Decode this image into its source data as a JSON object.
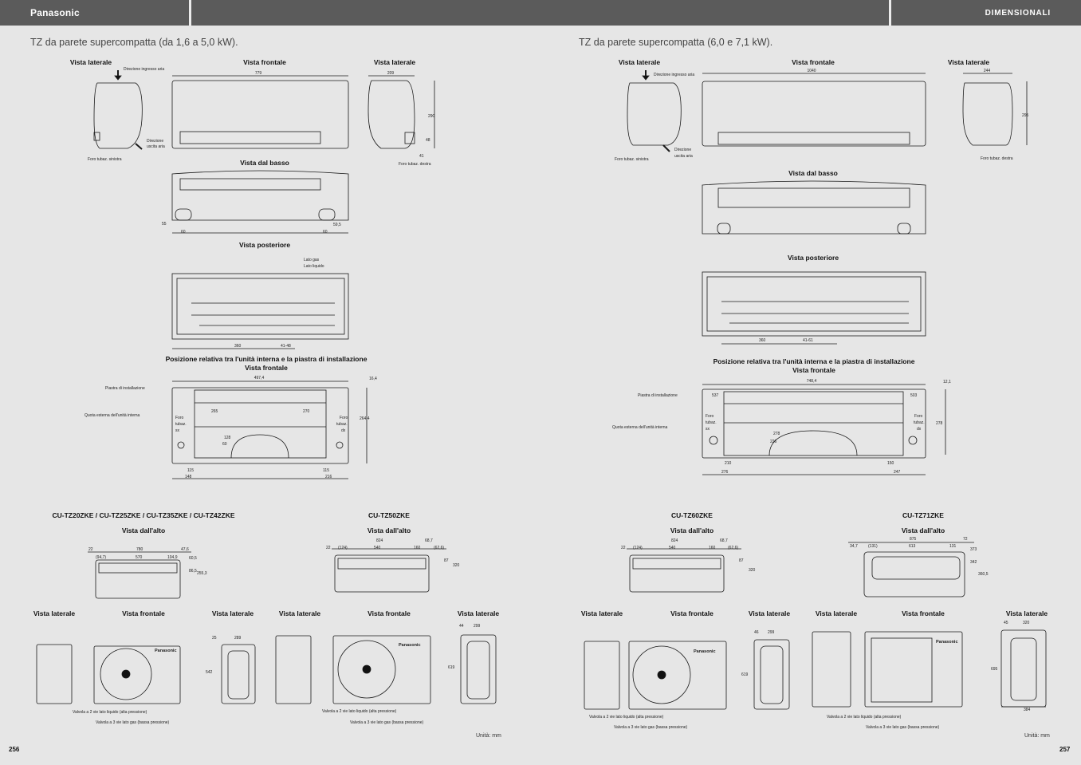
{
  "header": {
    "brand": "Panasonic",
    "section": "DIMENSIONALI"
  },
  "left": {
    "title": "TZ da parete supercompatta (da 1,6 a 5,0 kW).",
    "views": {
      "side_left": "Vista laterale",
      "front": "Vista frontale",
      "side_right": "Vista laterale",
      "bottom": "Vista dal basso",
      "rear": "Vista posteriore",
      "relative_line1": "Posizione relativa tra l'unità interna e la piastra di installazione",
      "relative_line2": "Vista frontale"
    },
    "notes": {
      "air_in": "Direzione ingresso aria",
      "air_out_1": "Direzione",
      "air_out_2": "uscita aria",
      "pipe_left": "Foro tubaz. sinistra",
      "pipe_right": "Foro tubaz. destra",
      "gas_side": "Lato gas",
      "liquid_side": "Lato liquido",
      "plate": "Piastra di installazione",
      "outer_dim": "Quota esterna dell'unità interna",
      "hole_sx_1": "Foro",
      "hole_sx_2": "tubaz.",
      "hole_sx_3": "sx",
      "hole_dx_1": "Foro",
      "hole_dx_2": "tubaz.",
      "hole_dx_3": "dx"
    },
    "dims": {
      "front_w": "779",
      "side_w": "209",
      "side_h": "290",
      "side_a": "41",
      "side_b": "48",
      "bot_a": "55",
      "bot_b": "60",
      "bot_c": "60",
      "bot_d": "59,5",
      "rear_a": "360",
      "rear_b": "41-48",
      "plate_w": "497,4",
      "plate_t": "16,4",
      "plate_h": "264,4",
      "plate_a": "265",
      "plate_b": "270",
      "plate_c": "128",
      "plate_d": "60",
      "plate_e": "115",
      "plate_f": "148",
      "plate_g": "115",
      "plate_h2": "216"
    },
    "outdoor": [
      {
        "model": "CU-TZ20ZKE / CU-TZ25ZKE / CU-TZ35ZKE / CU-TZ42ZKE",
        "top_view": "Vista dall'alto",
        "side_left": "Vista laterale",
        "front": "Vista frontale",
        "side_right": "Vista laterale",
        "dims": [
          "22",
          "780",
          "47,6",
          "(94,7)",
          "570",
          "104,9",
          "60,5",
          "86,5",
          "255,3",
          "25",
          "289",
          "542"
        ],
        "valve_liquid": "Valvola a 2 vie lato liquido (alta pressione)",
        "valve_gas": "Valvola a 3 vie lato gas (bassa pressione)"
      },
      {
        "model": "CU-TZ50ZKE",
        "top_view": "Vista dall'alto",
        "side_left": "Vista laterale",
        "front": "Vista frontale",
        "side_right": "Vista laterale",
        "dims": [
          "22",
          "(124)",
          "824",
          "540",
          "160",
          "68,7",
          "(62,6)",
          "87",
          "320",
          "44",
          "299",
          "619"
        ],
        "valve_liquid": "Valvola a 2 vie lato liquido (alta pressione)",
        "valve_gas": "Valvola a 3 vie lato gas (bassa pressione)"
      }
    ],
    "unit_note": "Unità: mm",
    "page_number": "256"
  },
  "right": {
    "title": "TZ da parete supercompatta (6,0 e 7,1 kW).",
    "views": {
      "side_left": "Vista laterale",
      "front": "Vista frontale",
      "side_right": "Vista laterale",
      "bottom": "Vista dal basso",
      "rear": "Vista posteriore",
      "relative_line1": "Posizione relativa tra l'unità interna e la piastra di installazione",
      "relative_line2": "Vista frontale"
    },
    "notes": {
      "air_in": "Direzione ingresso aria",
      "air_out_1": "Direzione",
      "air_out_2": "uscita aria",
      "pipe_left": "Foro tubaz. sinistra",
      "pipe_right": "Foro tubaz. destra",
      "plate": "Piastra di installazione",
      "outer_dim": "Quota esterna dell'unità interna",
      "hole_sx_1": "Foro",
      "hole_sx_2": "tubaz.",
      "hole_sx_3": "sx",
      "hole_dx_1": "Foro",
      "hole_dx_2": "tubaz.",
      "hole_dx_3": "dx"
    },
    "dims": {
      "front_w": "1040",
      "side_w": "244",
      "side_h": "295",
      "rear_a": "360",
      "rear_b": "41-61",
      "plate_w": "748,4",
      "plate_t": "12,1",
      "plate_h": "278",
      "plate_a": "537",
      "plate_b": "503",
      "plate_c": "278",
      "plate_d": "226",
      "plate_e": "210",
      "plate_f": "276",
      "plate_g": "150",
      "plate_h2": "247"
    },
    "outdoor": [
      {
        "model": "CU-TZ60ZKE",
        "top_view": "Vista dall'alto",
        "side_left": "Vista laterale",
        "front": "Vista frontale",
        "side_right": "Vista laterale",
        "dims": [
          "22",
          "(124)",
          "824",
          "540",
          "160",
          "68,7",
          "(62,6)",
          "87",
          "320",
          "46",
          "299",
          "619"
        ],
        "valve_liquid": "Valvola a 2 vie lato liquido (alta pressione)",
        "valve_gas": "Valvola a 3 vie lato gas (bassa pressione)"
      },
      {
        "model": "CU-TZ71ZKE",
        "top_view": "Vista dall'alto",
        "side_left": "Vista laterale",
        "front": "Vista frontale",
        "side_right": "Vista laterale",
        "dims": [
          "34,7",
          "(131)",
          "875",
          "613",
          "131",
          "72",
          "373",
          "342",
          "360,5",
          "45",
          "320",
          "695",
          "384"
        ],
        "valve_liquid": "Valvola a 2 vie lato liquido (alta pressione)",
        "valve_gas": "Valvola a 3 vie lato gas (bassa pressione)"
      }
    ],
    "unit_note": "Unità: mm",
    "page_number": "257"
  }
}
